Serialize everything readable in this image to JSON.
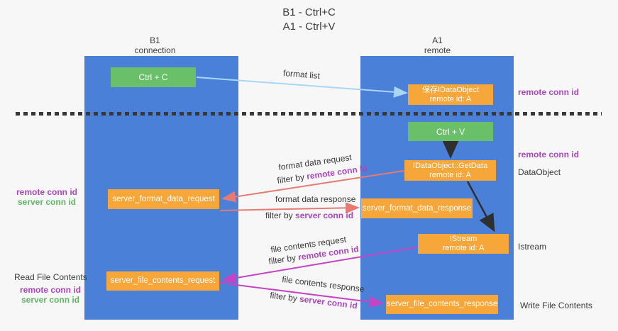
{
  "title": {
    "line1": "B1 - Ctrl+C",
    "line2": "A1 - Ctrl+V"
  },
  "lanes": {
    "left": {
      "name": "B1",
      "type": "connection"
    },
    "right": {
      "name": "A1",
      "type": "remote"
    }
  },
  "boxes": {
    "ctrl_c": {
      "label": "Ctrl + C"
    },
    "ctrl_v": {
      "label": "Ctrl + V"
    },
    "save_dataobject": {
      "line1": "保存IDataObject",
      "line2": "remote id: A"
    },
    "getdata": {
      "line1": "IDataObject::GetData",
      "line2": "remote id: A"
    },
    "istream": {
      "line1": "IStream",
      "line2": "remote id: A"
    },
    "server_format_data_request": {
      "label": "server_format_data_request"
    },
    "server_format_data_response": {
      "label": "server_format_data_response"
    },
    "server_file_contents_request": {
      "label": "server_file_contents_request"
    },
    "server_file_contents_response": {
      "label": "server_file_contents_response"
    }
  },
  "arrows": {
    "format_list": {
      "label": "format list"
    },
    "format_data_request": {
      "label": "format data request",
      "filter_prefix": "filter by ",
      "filter_key": "remote conn id"
    },
    "format_data_response": {
      "label": "format data response",
      "filter_prefix": "filter by ",
      "filter_key": "server conn id"
    },
    "file_contents_request": {
      "label": "file contents request",
      "filter_prefix": "filter by ",
      "filter_key": "remote conn id"
    },
    "file_contents_response": {
      "label": "file contents response",
      "filter_prefix": "filter by ",
      "filter_key": "server conn id"
    }
  },
  "side_labels": {
    "right_top_conn": "remote conn id",
    "right_mid_conn": "remote conn id",
    "dataobject": "DataObject",
    "istream": "Istream",
    "write_file_contents": "Write File Contents",
    "left_format_remote": "remote conn id",
    "left_format_server": "server conn id",
    "read_file_contents": "Read File Contents",
    "left_file_remote": "remote conn id",
    "left_file_server": "server conn id"
  },
  "colors": {
    "lane_blue": "#4a80d8",
    "box_green": "#6abf69",
    "box_orange": "#f7a73a",
    "arrow_light_blue": "#a8d7f5",
    "arrow_salmon": "#e87a72",
    "arrow_magenta": "#c643c6",
    "arrow_black": "#2f2f2f",
    "text_purple": "#ab47bc",
    "text_green": "#5fb762"
  }
}
